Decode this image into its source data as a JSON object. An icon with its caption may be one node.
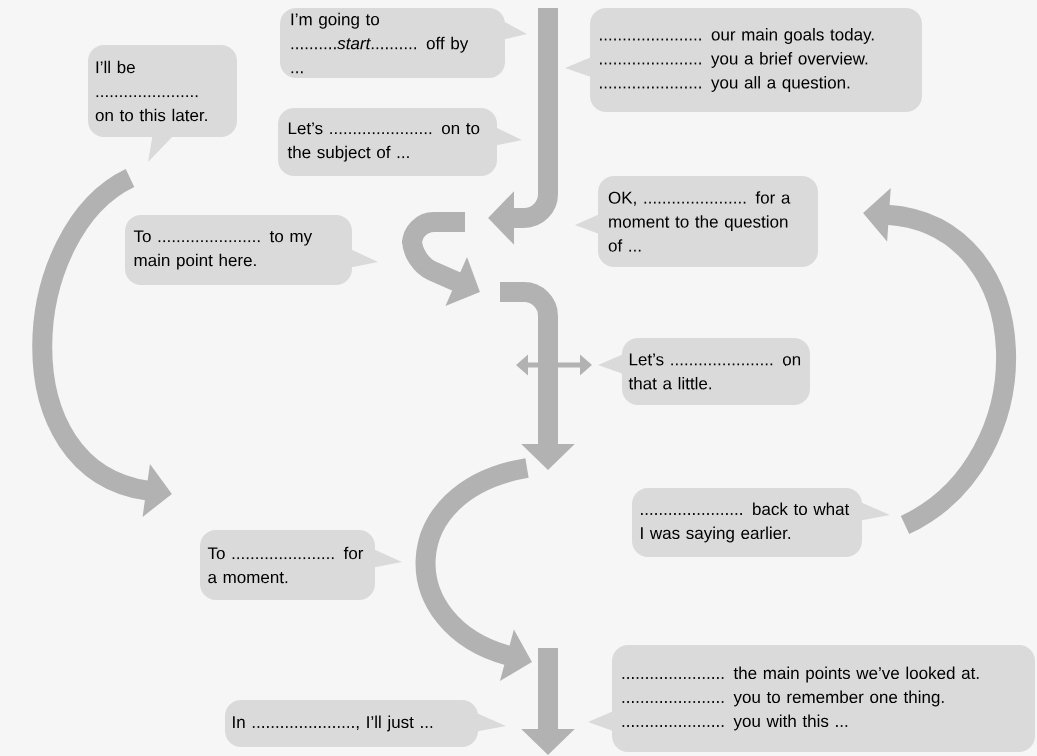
{
  "diagram": {
    "nodes": [
      {
        "text": [
          "I’m going to ..........*start*.......... off by ..."
        ]
      },
      {
        "text": [
          "...................... our main goals today.",
          "...................... you a brief overview.",
          "...................... you all a question."
        ]
      },
      {
        "text": [
          "I’ll be ...................... on to this later."
        ]
      },
      {
        "text": [
          "Let’s ...................... on to the subject of ..."
        ]
      },
      {
        "text": [
          "OK, ...................... for a moment to the question of ..."
        ]
      },
      {
        "text": [
          "To ...................... to my main point here."
        ]
      },
      {
        "text": [
          "Let’s ...................... on that a little."
        ]
      },
      {
        "text": [
          "...................... back to what I was saying earlier."
        ]
      },
      {
        "text": [
          "To ...................... for a moment."
        ]
      },
      {
        "text": [
          "...................... the main points we’ve looked at.",
          "...................... you to remember one thing.",
          "...................... you with this ..."
        ]
      },
      {
        "text": [
          "In ......................, I’ll just ..."
        ]
      }
    ]
  }
}
